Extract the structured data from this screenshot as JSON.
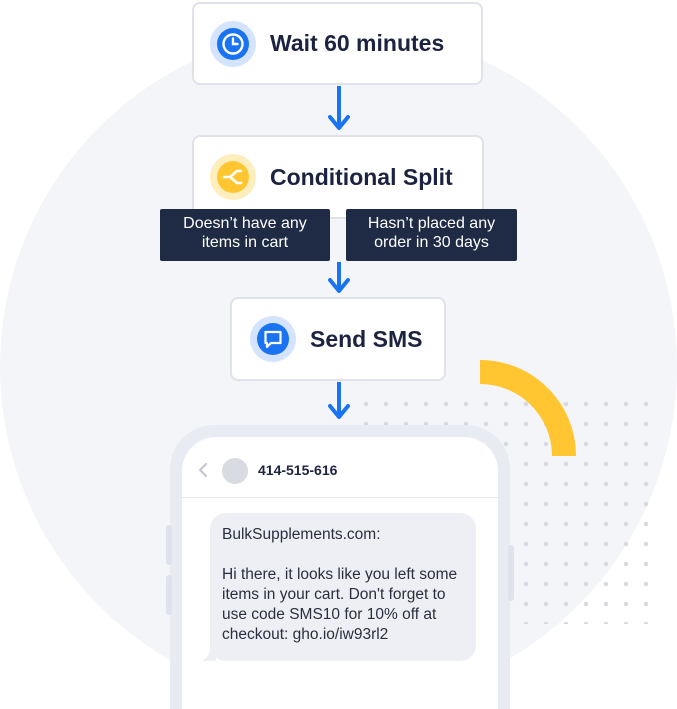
{
  "flow": {
    "step1": {
      "label": "Wait 60 minutes",
      "icon": "clock-icon"
    },
    "step2": {
      "label": "Conditional Split",
      "icon": "split-icon"
    },
    "condition_left": "Doesn’t have any\nitems in cart",
    "condition_right": "Hasn’t placed any\norder in 30 days",
    "step3": {
      "label": "Send SMS",
      "icon": "chat-bubble-icon"
    }
  },
  "phone": {
    "contact_number": "414-515-616",
    "message_sender": "BulkSupplements.com:",
    "message_body": "Hi there, it looks like you left some\nitems in your cart. Don't forget to use code SMS10 for 10% off at checkout:  gho.io/iw93rl2"
  },
  "colors": {
    "accent_blue": "#1a73f0",
    "accent_yellow": "#ffc632",
    "tag_bg": "#1f2a44",
    "text_dark": "#1c2340"
  }
}
